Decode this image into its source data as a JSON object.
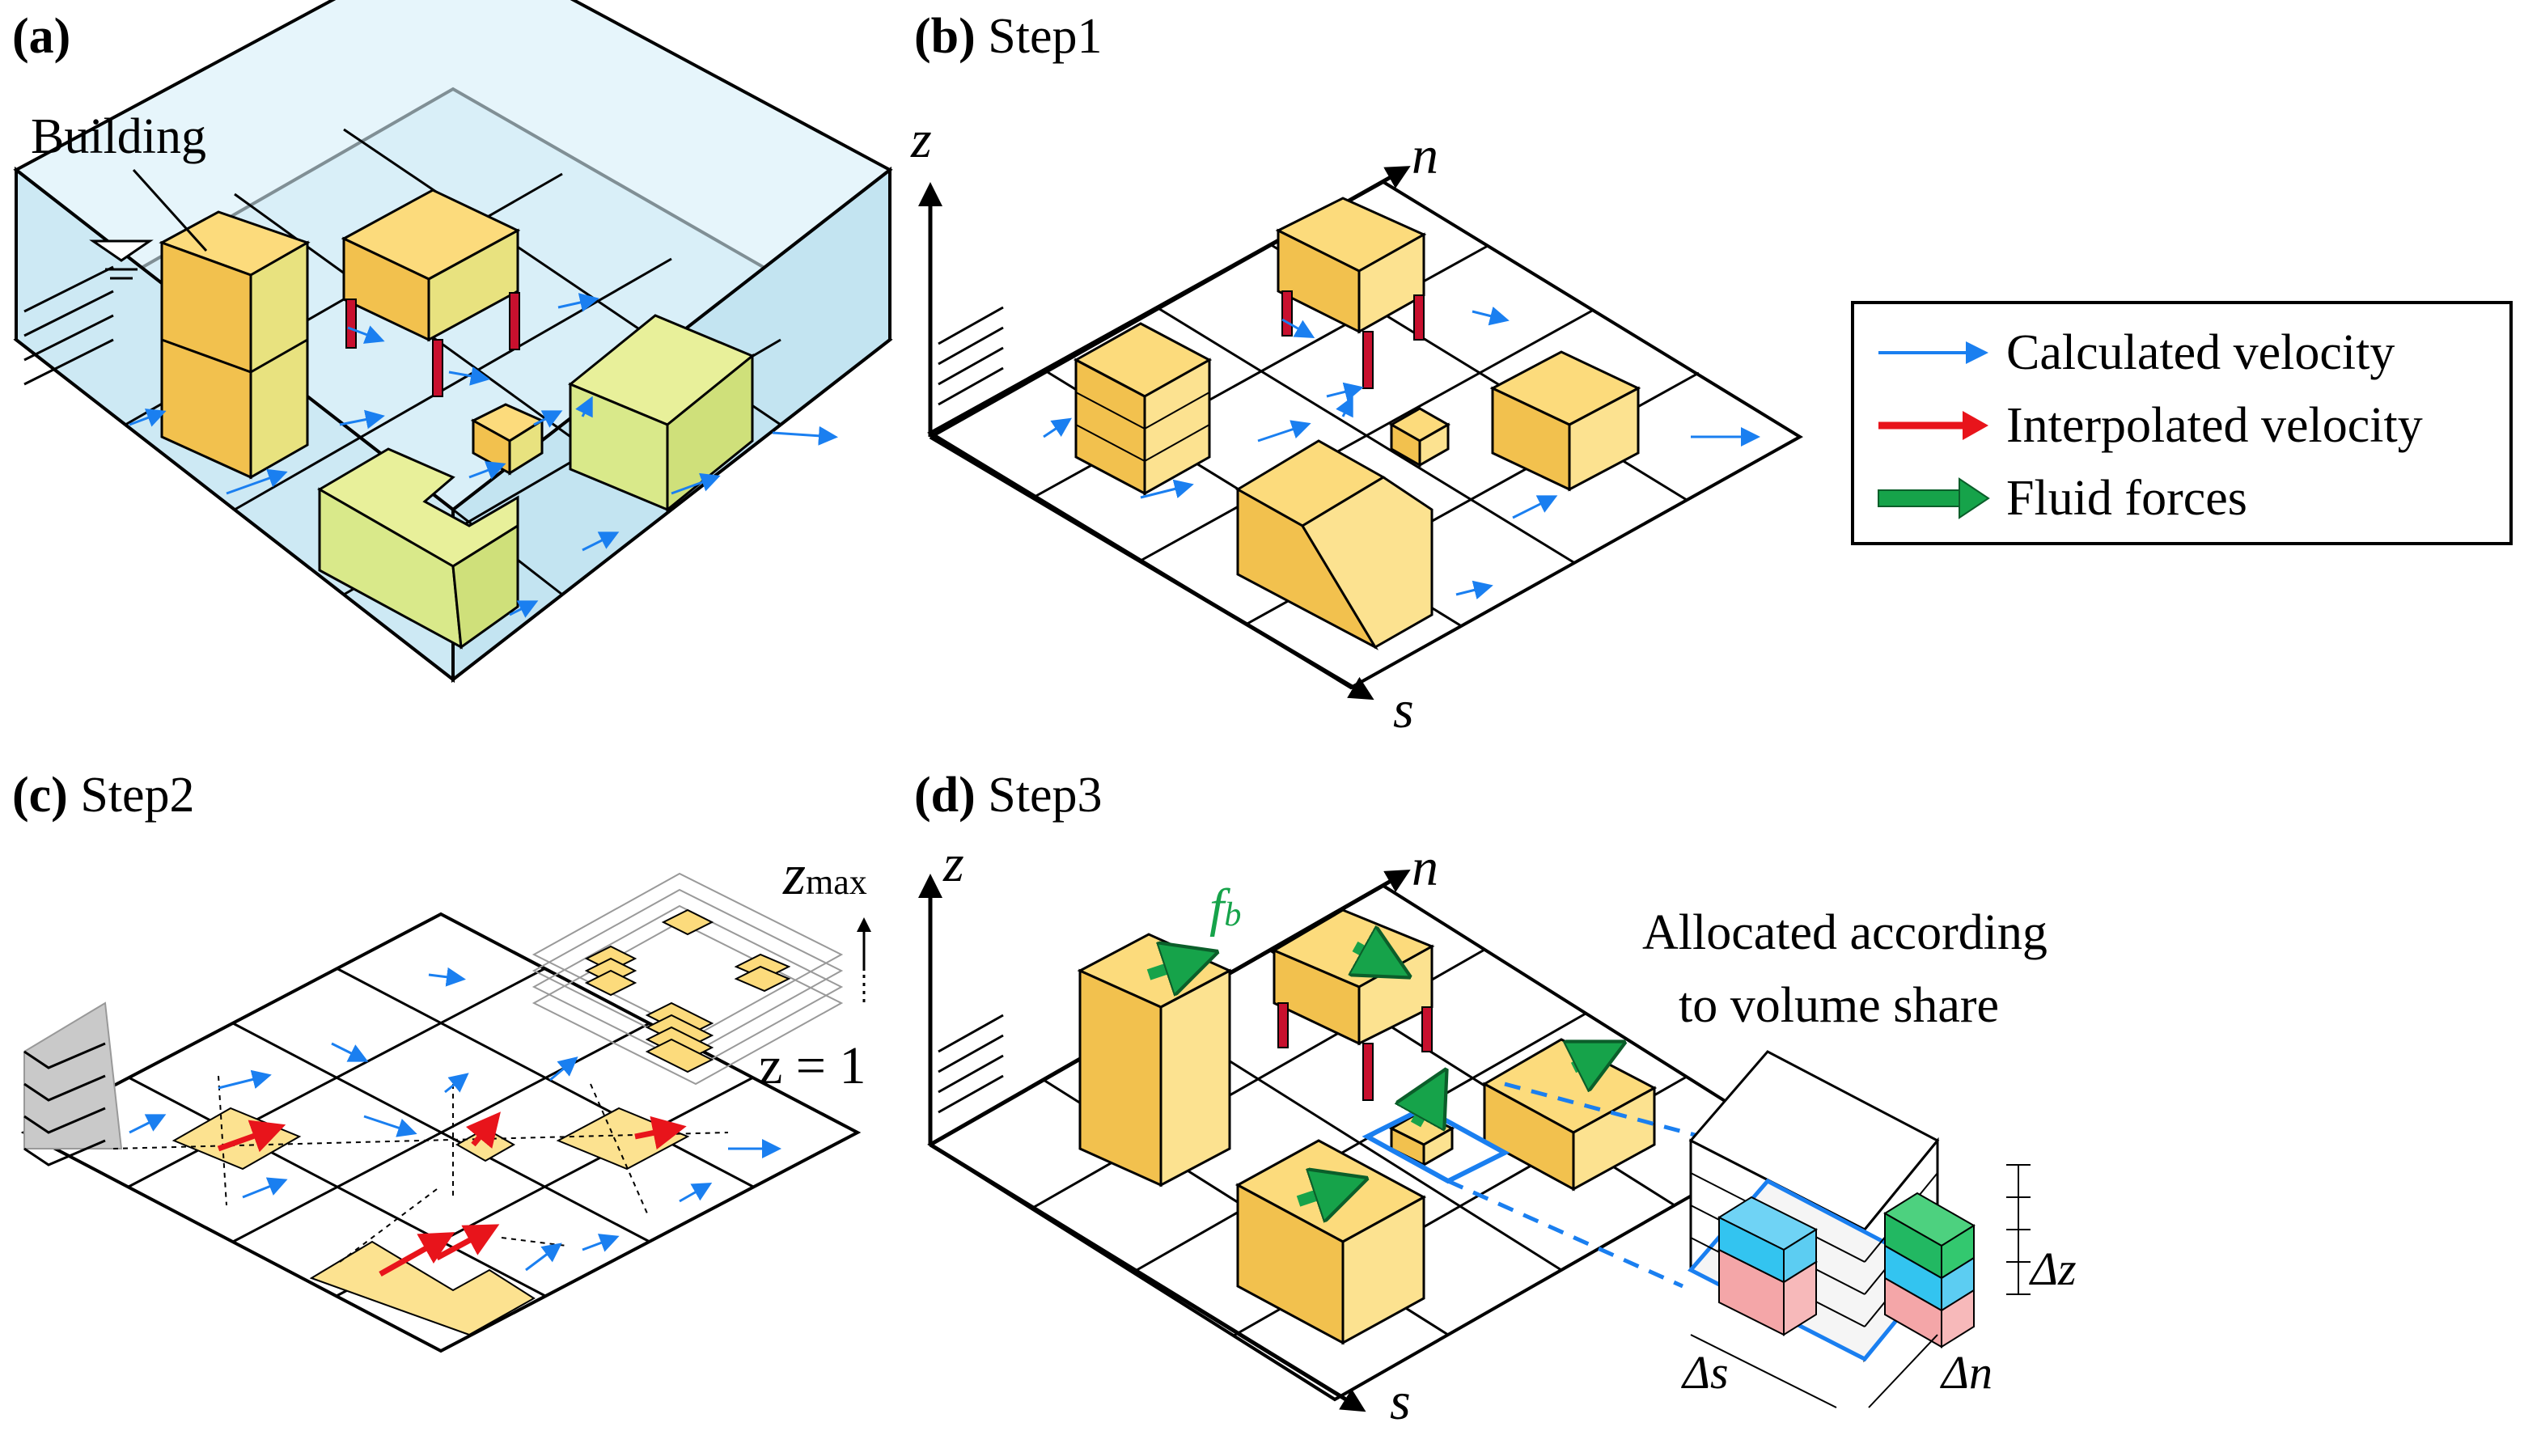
{
  "panels": {
    "a": {
      "letter": "(a)",
      "step": "",
      "building_label": "Building"
    },
    "b": {
      "letter": "(b)",
      "step": "Step1",
      "axis_z": "z",
      "axis_n": "n",
      "axis_s": "s"
    },
    "c": {
      "letter": "(c)",
      "step": "Step2",
      "zmax_base": "z",
      "zmax_sub": "max",
      "z1": "z = 1"
    },
    "d": {
      "letter": "(d)",
      "step": "Step3",
      "axis_z": "z",
      "axis_n": "n",
      "axis_s": "s",
      "force_base": "f",
      "force_sub": "b",
      "alloc_line1": "Allocated according",
      "alloc_line2": "to volume share",
      "delta_z": "Δz",
      "delta_s": "Δs",
      "delta_n": "Δn"
    }
  },
  "legend": {
    "items": [
      {
        "label": "Calculated velocity",
        "color": "#1a7ff0"
      },
      {
        "label": "Interpolated velocity",
        "color": "#e8141b"
      },
      {
        "label": "Fluid forces",
        "color": "#16a34a"
      }
    ]
  },
  "colors": {
    "water": "#d6eef8",
    "building_light": "#fff27a",
    "building_dark": "#f2c14e",
    "building_green": "#d9e98a",
    "pillar": "#c8102e",
    "cell_blue": "#33c4f0",
    "cell_pink": "#f4a6a8",
    "cell_green": "#22b862"
  }
}
